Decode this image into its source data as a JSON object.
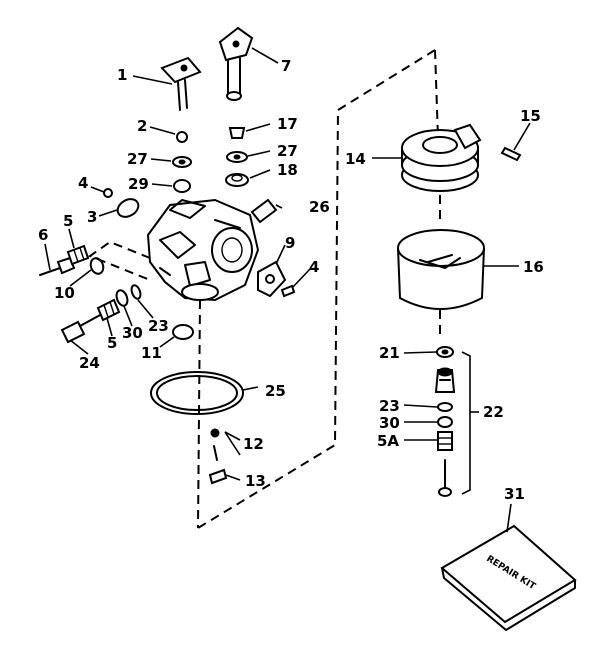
{
  "callouts": {
    "c1": "1",
    "c2": "2",
    "c3": "3",
    "c4a": "4",
    "c4b": "4",
    "c5a": "5",
    "c5b": "5",
    "c5A": "5A",
    "c6": "6",
    "c7": "7",
    "c9": "9",
    "c10": "10",
    "c11": "11",
    "c12": "12",
    "c13": "13",
    "c14": "14",
    "c15": "15",
    "c16": "16",
    "c17": "17",
    "c18": "18",
    "c21": "21",
    "c22": "22",
    "c23a": "23",
    "c23b": "23",
    "c24": "24",
    "c25": "25",
    "c26": "26",
    "c27a": "27",
    "c27b": "27",
    "c29": "29",
    "c30a": "30",
    "c30b": "30",
    "c31": "31"
  },
  "repair_kit": {
    "label": "REPAIR KIT"
  }
}
